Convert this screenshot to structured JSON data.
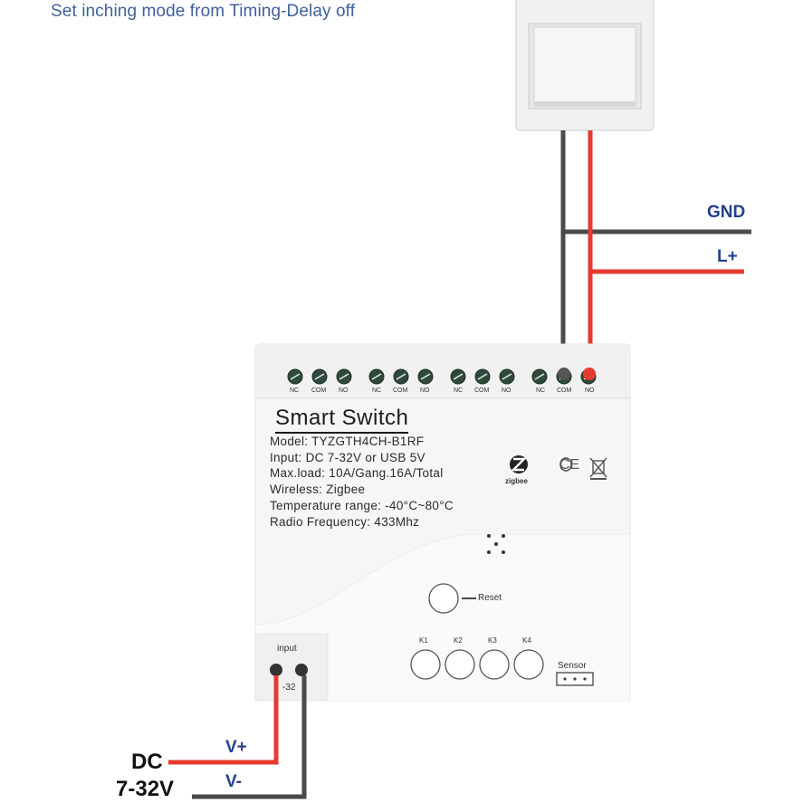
{
  "caption": "Set inching mode from Timing-Delay off",
  "wire_labels": {
    "gnd": "GND",
    "lplus": "L+",
    "vplus": "V+",
    "vminus": "V-"
  },
  "supply_label": {
    "line1": "DC",
    "line2": "7-32V"
  },
  "device": {
    "title": "Smart  Switch",
    "specs": [
      "Model:  TYZGTH4CH-B1RF",
      "Input:  DC 7-32V or USB 5V",
      "Max.load:  10A/Gang.16A/Total",
      "Wireless:  Zigbee",
      "Temperature range: -40°C~80°C",
      "Radio Frequency:  433Mhz"
    ],
    "terminal_labels": [
      "NC",
      "COM",
      "NO",
      "NC",
      "COM",
      "NO",
      "NC",
      "COM",
      "NO",
      "NC",
      "COM",
      "NO"
    ],
    "zigbee_text": "zigbee",
    "ce_text": "CE",
    "reset_label": "Reset",
    "key_labels": [
      "K1",
      "K2",
      "K3",
      "K4"
    ],
    "sensor_label": "Sensor",
    "input_label": "input",
    "input_voltage_partial": "-32"
  },
  "colors": {
    "red_wire": "#e63a2f",
    "black_wire": "#444444",
    "label_blue": "#23408f"
  }
}
